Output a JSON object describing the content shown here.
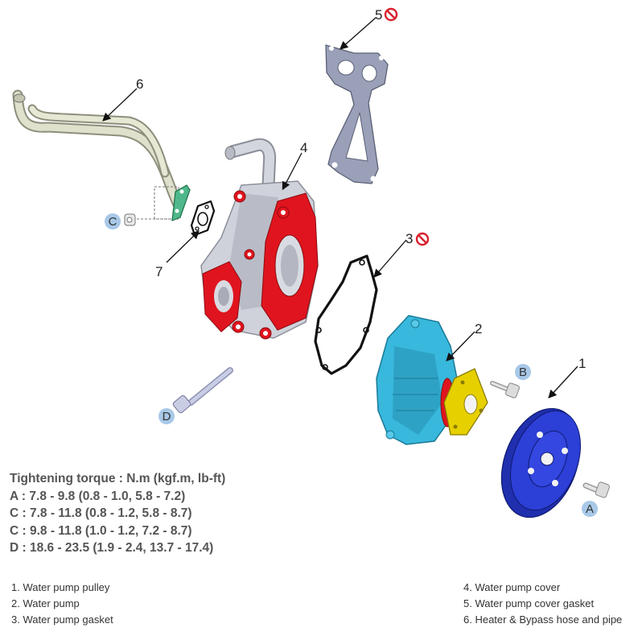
{
  "callouts": {
    "c1": "1",
    "c2": "2",
    "c3": "3",
    "c4": "4",
    "c5": "5",
    "c6": "6",
    "c7": "7"
  },
  "letters": {
    "A": "A",
    "B": "B",
    "C": "C",
    "D": "D"
  },
  "torque": {
    "title": "Tightening torque : N.m (kgf.m, lb-ft)",
    "rows": [
      "A : 7.8 - 9.8 (0.8 - 1.0, 5.8 - 7.2)",
      "C : 7.8 - 11.8 (0.8 - 1.2, 5.8 - 8.7)",
      "C : 9.8 - 11.8 (1.0 - 1.2, 7.2 - 8.7)",
      "D : 18.6 - 23.5 (1.9 - 2.4, 13.7 - 17.4)"
    ]
  },
  "legend": {
    "left": [
      "1. Water pump pulley",
      "2. Water pump",
      "3. Water pump gasket"
    ],
    "right": [
      "4. Water pump cover",
      "5. Water pump cover gasket",
      "6. Heater & Bypass hose and pipe"
    ]
  },
  "colors": {
    "pulley": "#2c3fd6",
    "pump": "#38b8dc",
    "pump_flange": "#e7d000",
    "cover": "#cfd2da",
    "cover_red": "#e0141e",
    "gasket": "#111111",
    "cover_gasket": "#9aa0b8",
    "pipe": "#cfd2bc",
    "letter_circle": "#a8c8e8",
    "no_reuse": "#d91f2b"
  },
  "icons": {
    "no_reuse": "no-reuse-icon"
  }
}
